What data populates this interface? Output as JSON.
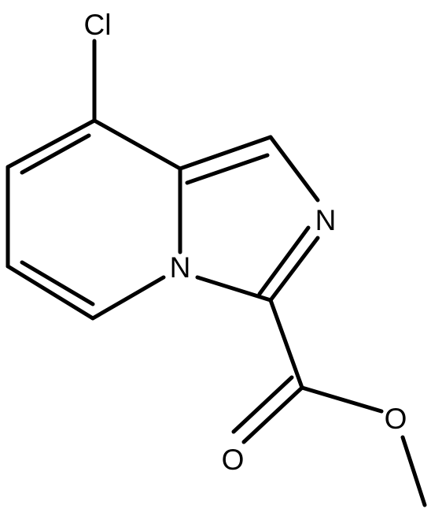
{
  "structure": {
    "atoms": {
      "cl": "Cl",
      "n_imidazole": "N",
      "n_bridge": "N",
      "o_carbonyl": "O",
      "o_ester": "O"
    }
  },
  "colors": {
    "bond": "#000000",
    "text": "#000000",
    "background": "#ffffff"
  }
}
